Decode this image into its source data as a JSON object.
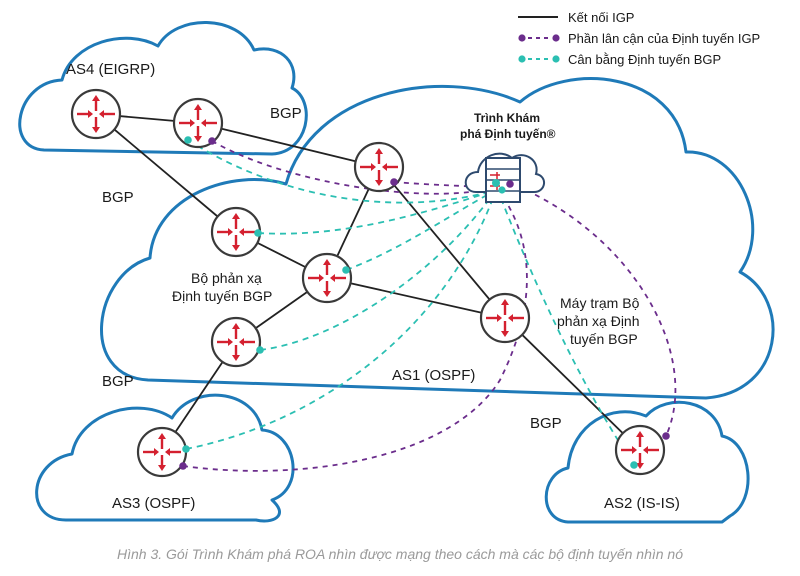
{
  "legend": {
    "igp_link": "Kết nối IGP",
    "igp_neighbor": "Phần lân cận của Định tuyến IGP",
    "bgp_peering": "Cân bằng Định tuyến BGP"
  },
  "clouds": {
    "as4": "AS4 (EIGRP)",
    "as1": "AS1 (OSPF)",
    "as3": "AS3 (OSPF)",
    "as2": "AS2 (IS-IS)"
  },
  "labels": {
    "bgp_top": "BGP",
    "bgp_left": "BGP",
    "bgp_lower_left": "BGP",
    "bgp_lower_right": "BGP",
    "route_reflector_line1": "Bộ phản xạ",
    "route_reflector_line2": "Định tuyến BGP",
    "route_reflector_server_line1": "Máy trạm Bộ",
    "route_reflector_server_line2": "phản xạ Định",
    "route_reflector_server_line3": "tuyến BGP",
    "explorer_line1": "Trình Khám",
    "explorer_line2": "phá Định tuyến®"
  },
  "caption": "Hình 3. Gói Trình Khám phá ROA nhìn được mạng theo cách mà các bộ định tuyến nhìn nó",
  "colors": {
    "cloud_stroke": "#1f7ab8",
    "router_arrow": "#d4202f",
    "igp_line": "#222222",
    "igp_neighbor": "#6b2d8c",
    "bgp_peering": "#2bbfb2"
  }
}
